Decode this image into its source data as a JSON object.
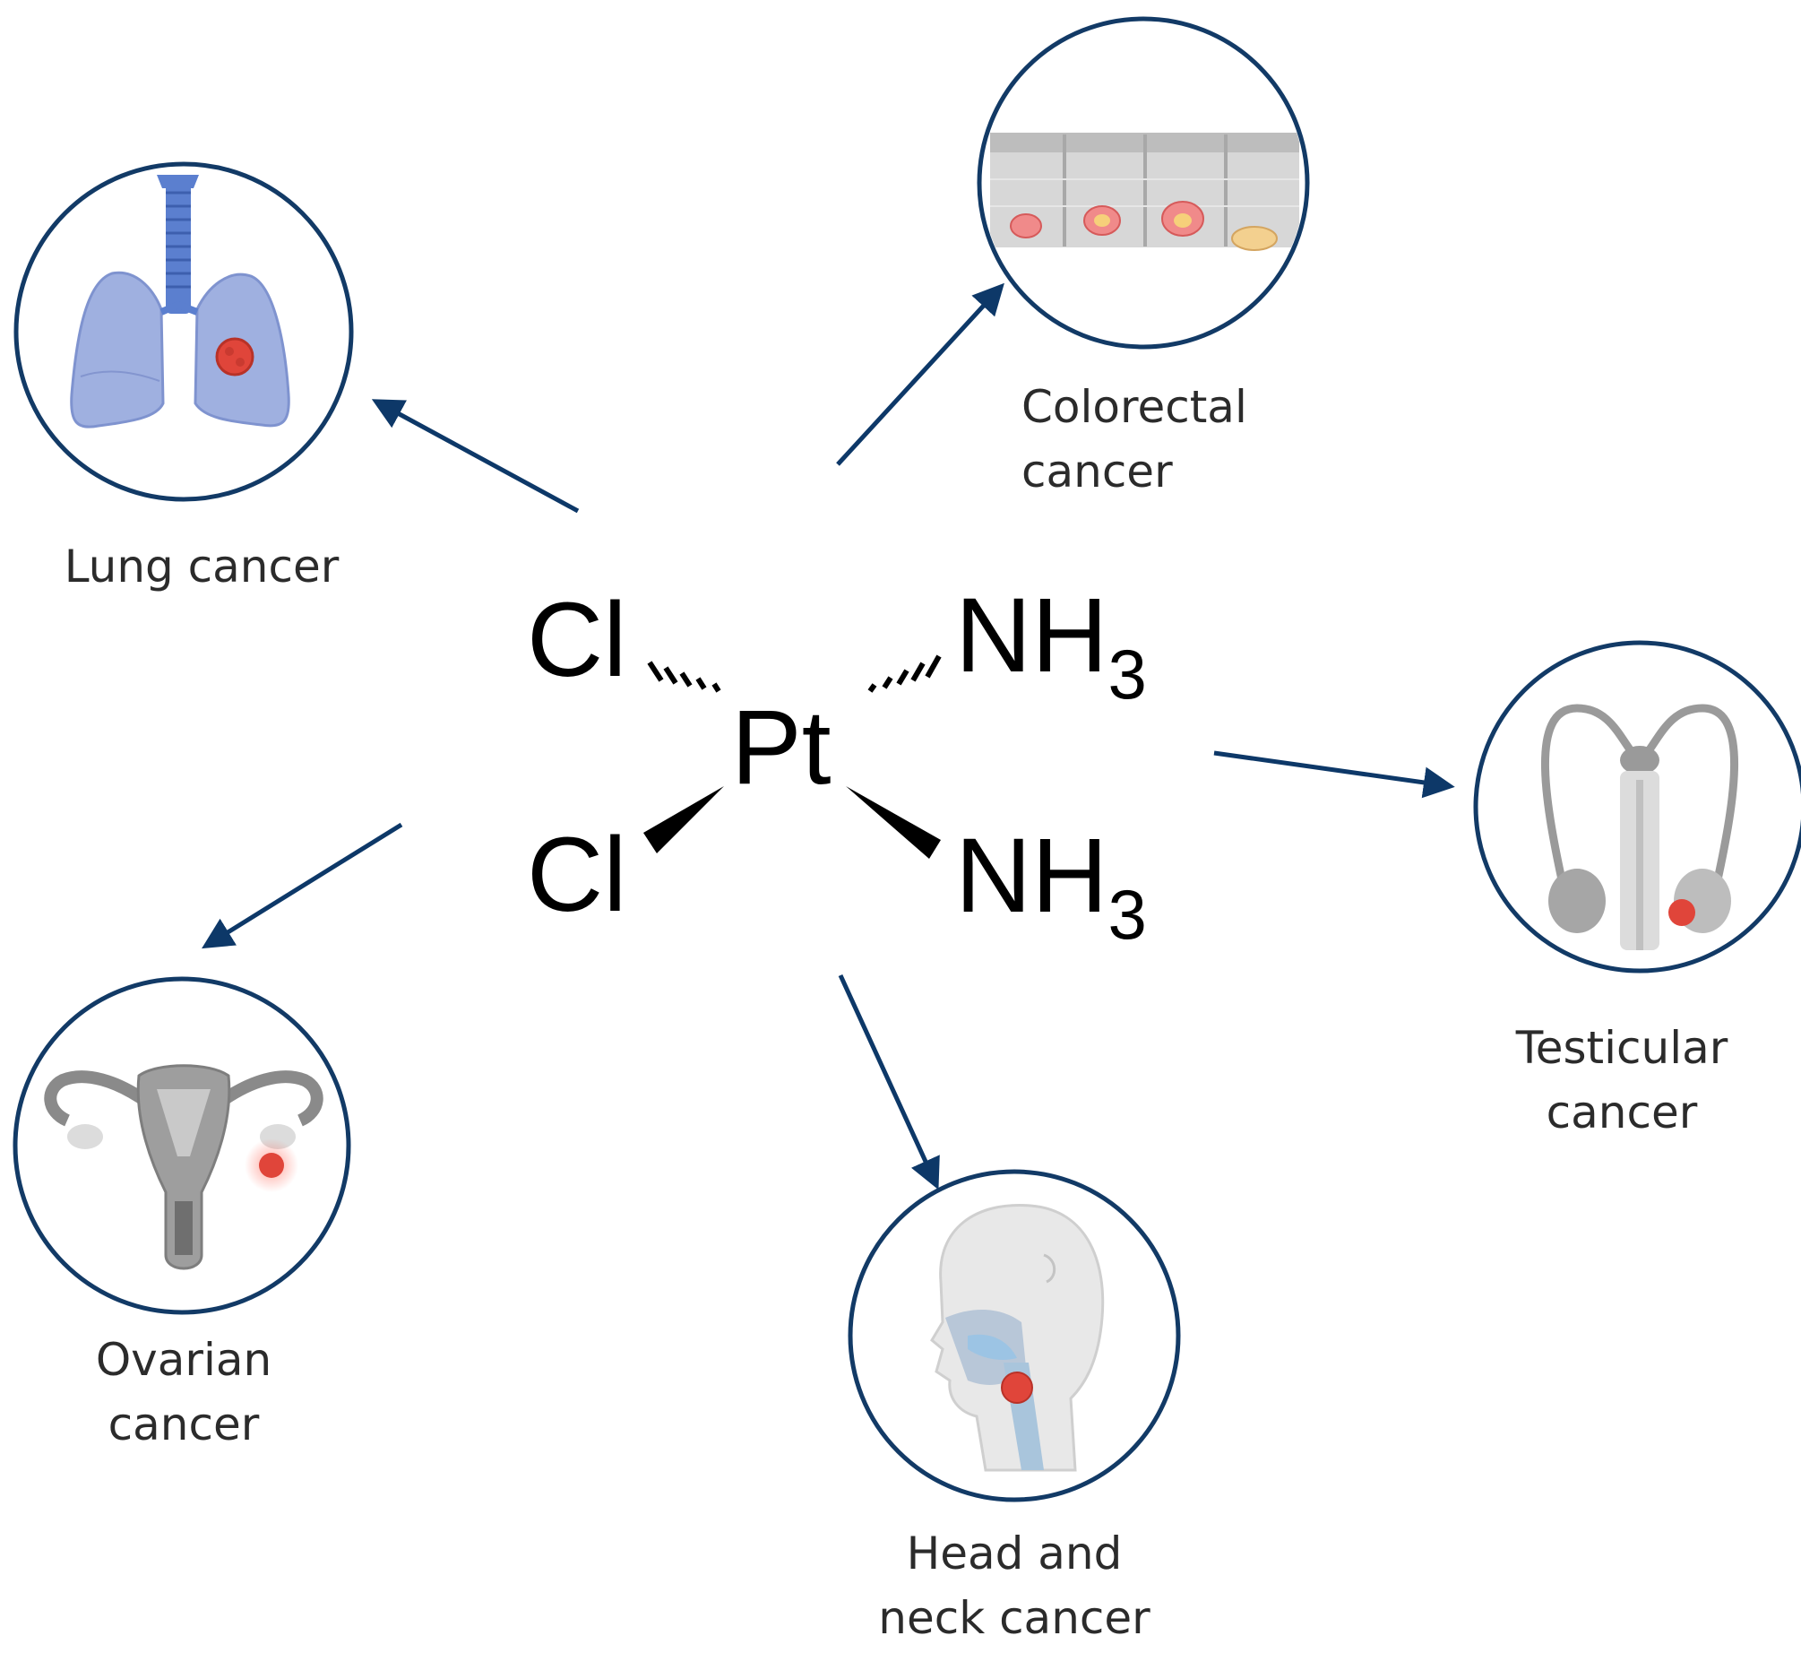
{
  "molecule": {
    "center": "Pt",
    "ligand_top_left": "Cl",
    "ligand_bottom_left": "Cl",
    "ligand_top_right_main": "NH",
    "ligand_top_right_sub": "3",
    "ligand_bottom_right_main": "NH",
    "ligand_bottom_right_sub": "3"
  },
  "targets": [
    {
      "line1": "Lung cancer",
      "line2": "",
      "icon": "lungs-icon"
    },
    {
      "line1": "Colorectal",
      "line2": "cancer",
      "icon": "colon-icon"
    },
    {
      "line1": "Testicular",
      "line2": "cancer",
      "icon": "male-reproductive-icon"
    },
    {
      "line1": "Head and",
      "line2": "neck cancer",
      "icon": "head-neck-icon"
    },
    {
      "line1": "Ovarian",
      "line2": "cancer",
      "icon": "uterus-icon"
    }
  ],
  "colors": {
    "arrow": "#0d3868",
    "circle": "#123a66",
    "tumor": "#e0453a",
    "lung": "#9fb0e0",
    "gray_organ": "#9a9a9a"
  }
}
